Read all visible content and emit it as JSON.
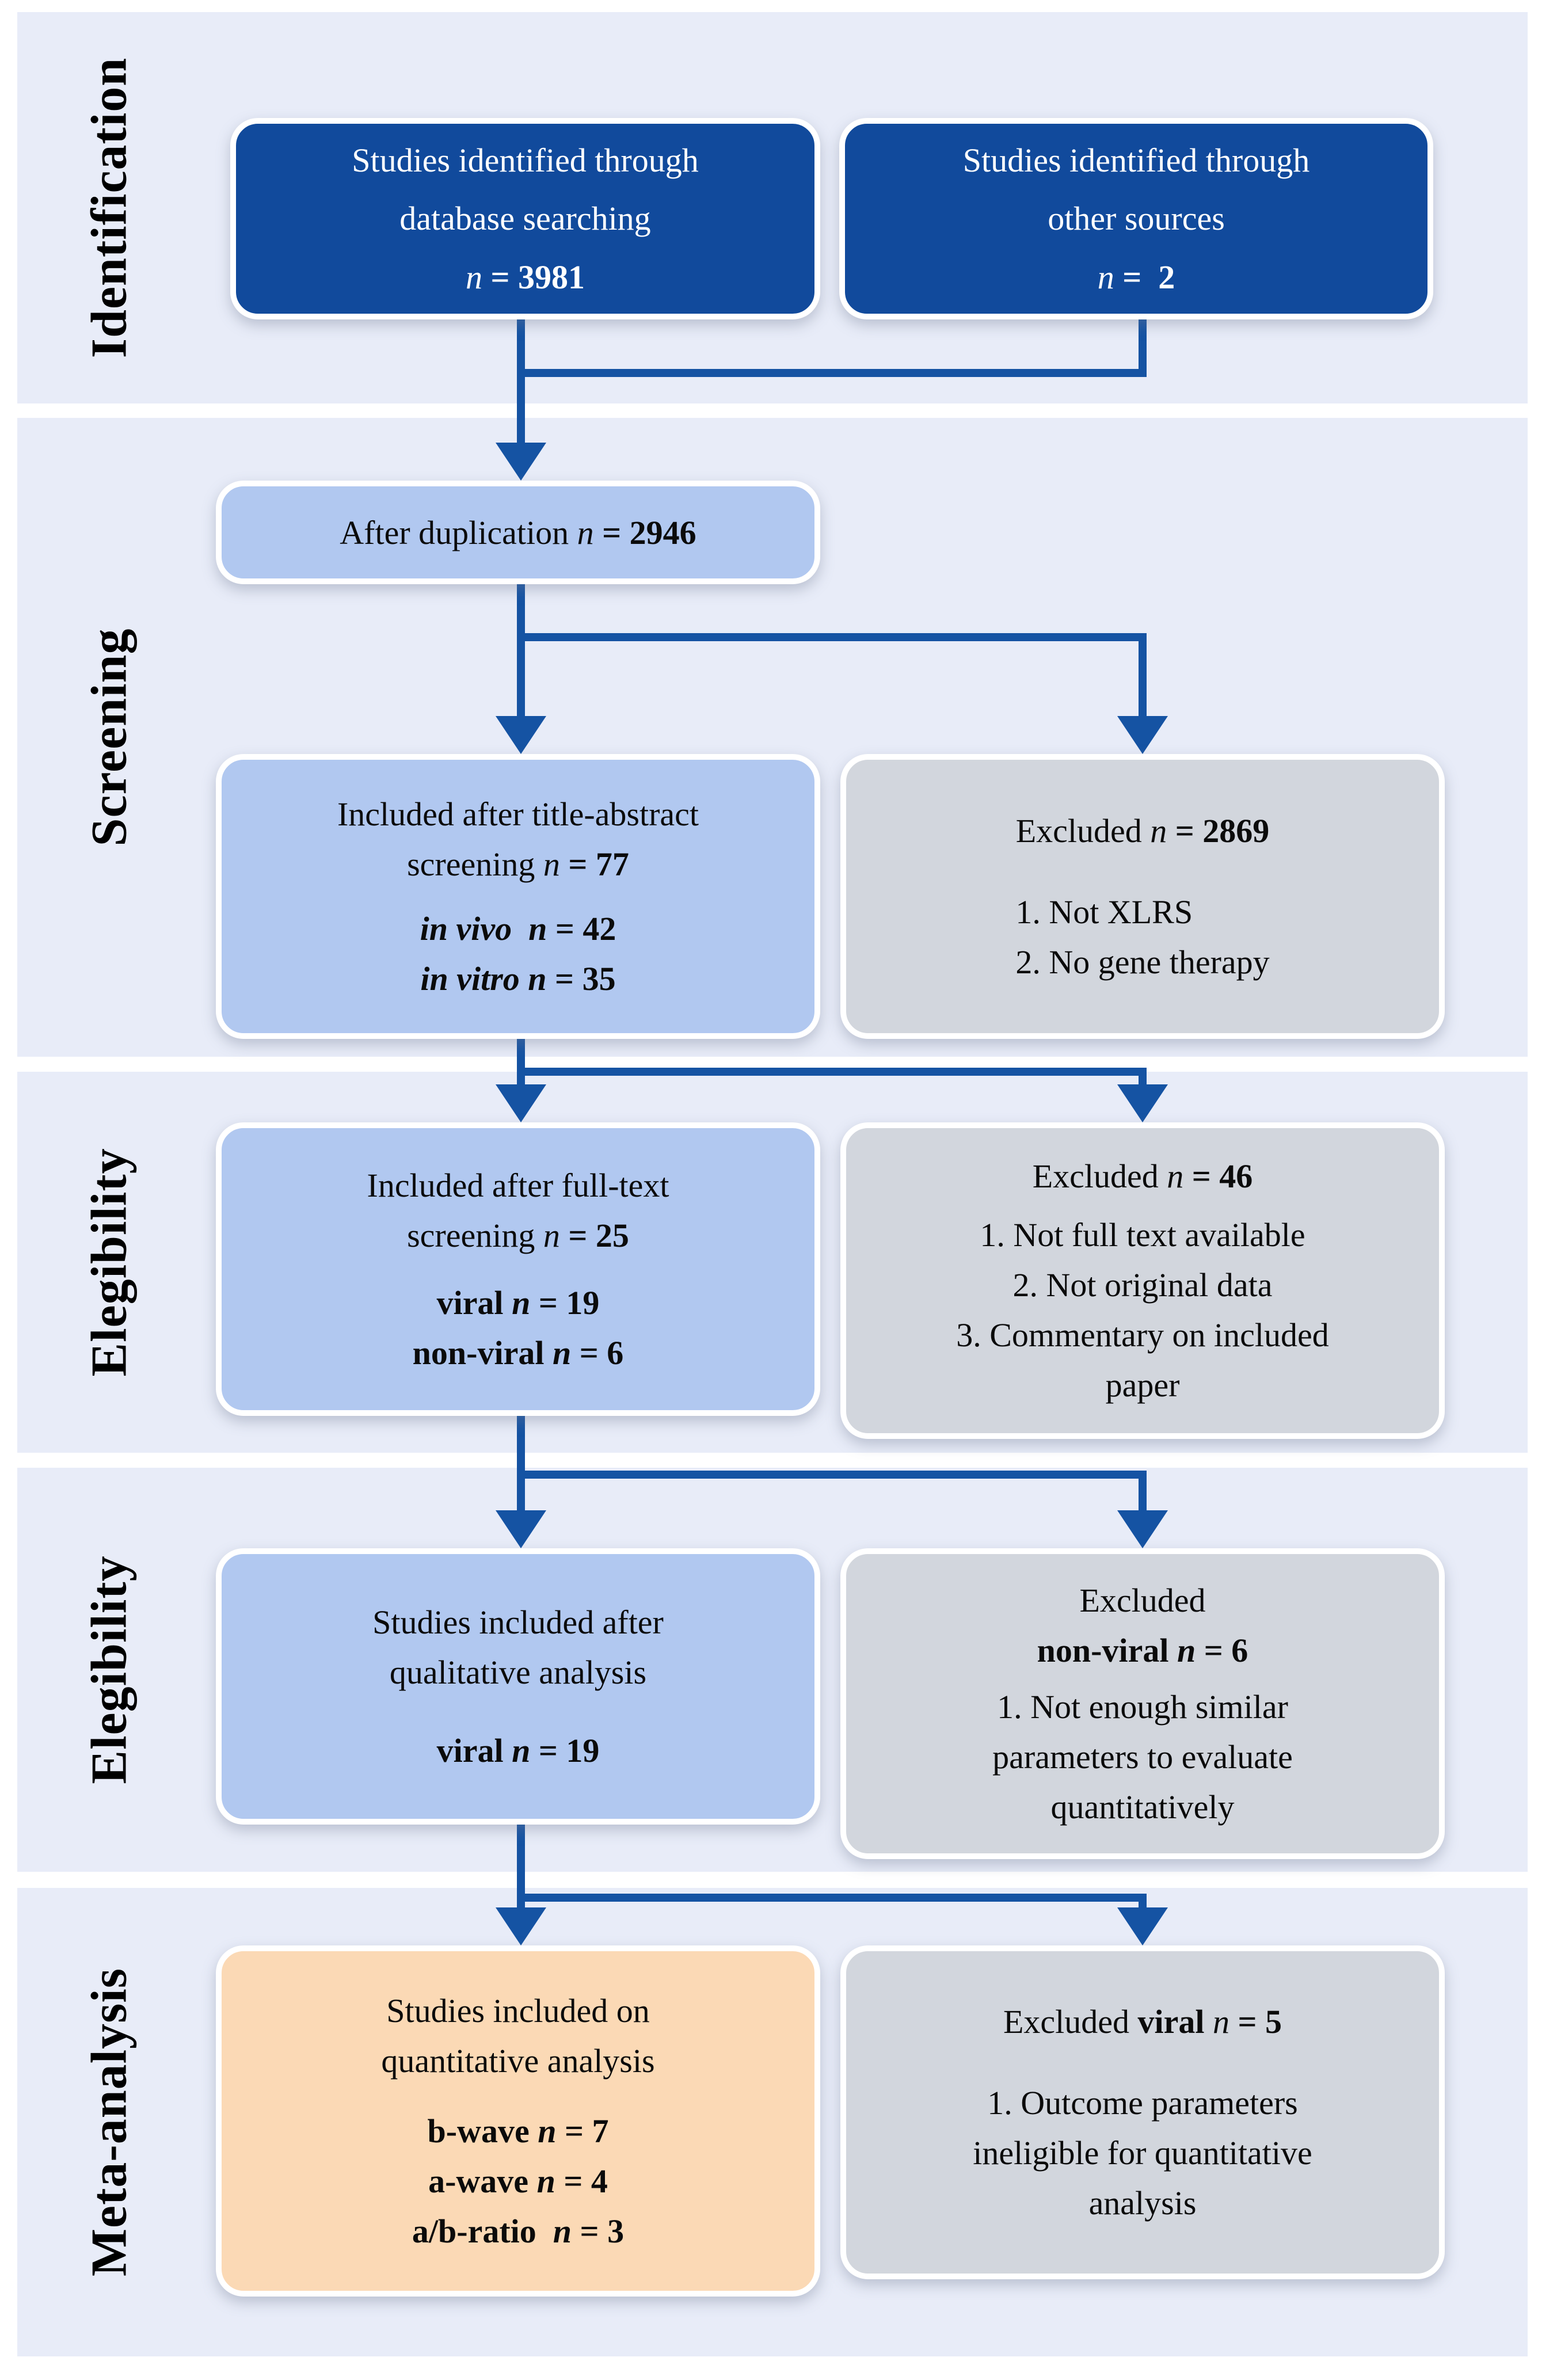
{
  "figure_type": "PRISMA flow diagram",
  "bands": [
    {
      "label": "Identification"
    },
    {
      "label": "Screening"
    },
    {
      "label": "Elegibility"
    },
    {
      "label": "Elegibility"
    },
    {
      "label": "Meta-analysis"
    }
  ],
  "boxes": {
    "identified_db": {
      "lines": [
        {
          "seg": [
            {
              "t": "Studies identified through"
            }
          ]
        },
        {
          "seg": [
            {
              "t": "database searching"
            }
          ]
        },
        {
          "seg": [
            {
              "t": "n",
              "s": "i"
            },
            {
              "t": " = 3981",
              "s": "b"
            }
          ]
        }
      ]
    },
    "identified_other": {
      "lines": [
        {
          "seg": [
            {
              "t": "Studies identified through"
            }
          ]
        },
        {
          "seg": [
            {
              "t": "other sources"
            }
          ]
        },
        {
          "seg": [
            {
              "t": "n",
              "s": "i"
            },
            {
              "t": " =  2",
              "s": "b"
            }
          ]
        }
      ]
    },
    "after_duplication": {
      "lines": [
        {
          "seg": [
            {
              "t": "After duplication "
            },
            {
              "t": "n",
              "s": "i"
            },
            {
              "t": " = 2946",
              "s": "b"
            }
          ]
        }
      ]
    },
    "title_abstract": {
      "header": [
        {
          "seg": [
            {
              "t": "Included after title-abstract"
            }
          ]
        },
        {
          "seg": [
            {
              "t": "screening "
            },
            {
              "t": "n",
              "s": "i"
            },
            {
              "t": " = 77",
              "s": "b"
            }
          ]
        }
      ],
      "body": [
        {
          "seg": [
            {
              "t": "in vivo  n",
              "s": "bi"
            },
            {
              "t": " = 42",
              "s": "b"
            }
          ]
        },
        {
          "seg": [
            {
              "t": "in vitro n",
              "s": "bi"
            },
            {
              "t": " = 35",
              "s": "b"
            }
          ]
        }
      ]
    },
    "excluded_screening": {
      "header": [
        {
          "seg": [
            {
              "t": "Excluded "
            },
            {
              "t": "n",
              "s": "i"
            },
            {
              "t": " = 2869",
              "s": "b"
            }
          ]
        }
      ],
      "body": [
        {
          "seg": [
            {
              "t": "1. Not XLRS"
            }
          ]
        },
        {
          "seg": [
            {
              "t": "2. No gene therapy"
            }
          ]
        }
      ]
    },
    "full_text": {
      "header": [
        {
          "seg": [
            {
              "t": "Included after full-text"
            }
          ]
        },
        {
          "seg": [
            {
              "t": "screening "
            },
            {
              "t": "n",
              "s": "i"
            },
            {
              "t": " = 25",
              "s": "b"
            }
          ]
        }
      ],
      "body": [
        {
          "seg": [
            {
              "t": "viral ",
              "s": "b"
            },
            {
              "t": "n",
              "s": "bi"
            },
            {
              "t": " = 19",
              "s": "b"
            }
          ]
        },
        {
          "seg": [
            {
              "t": "non-viral ",
              "s": "b"
            },
            {
              "t": "n",
              "s": "bi"
            },
            {
              "t": " = 6",
              "s": "b"
            }
          ]
        }
      ]
    },
    "excluded_fulltext": {
      "header": [
        {
          "seg": [
            {
              "t": "Excluded "
            },
            {
              "t": "n",
              "s": "i"
            },
            {
              "t": " = 46",
              "s": "b"
            }
          ]
        }
      ],
      "body": [
        {
          "seg": [
            {
              "t": "1. Not full text available"
            }
          ]
        },
        {
          "seg": [
            {
              "t": "2. Not original data"
            }
          ]
        },
        {
          "seg": [
            {
              "t": "3. Commentary on included"
            }
          ]
        },
        {
          "seg": [
            {
              "t": "paper"
            }
          ]
        }
      ]
    },
    "qualitative": {
      "header": [
        {
          "seg": [
            {
              "t": "Studies included after"
            }
          ]
        },
        {
          "seg": [
            {
              "t": "qualitative analysis"
            }
          ]
        }
      ],
      "body": [
        {
          "seg": [
            {
              "t": "viral ",
              "s": "b"
            },
            {
              "t": "n",
              "s": "bi"
            },
            {
              "t": " = 19",
              "s": "b"
            }
          ]
        }
      ]
    },
    "excluded_qualitative": {
      "header": [
        {
          "seg": [
            {
              "t": "Excluded"
            }
          ]
        },
        {
          "seg": [
            {
              "t": "non-viral ",
              "s": "b"
            },
            {
              "t": "n",
              "s": "bi"
            },
            {
              "t": " = 6",
              "s": "b"
            }
          ]
        }
      ],
      "body": [
        {
          "seg": [
            {
              "t": "1. Not enough similar"
            }
          ]
        },
        {
          "seg": [
            {
              "t": "parameters to evaluate"
            }
          ]
        },
        {
          "seg": [
            {
              "t": "quantitatively"
            }
          ]
        }
      ]
    },
    "quantitative": {
      "header": [
        {
          "seg": [
            {
              "t": "Studies included on"
            }
          ]
        },
        {
          "seg": [
            {
              "t": "quantitative analysis"
            }
          ]
        }
      ],
      "body": [
        {
          "seg": [
            {
              "t": "b-wave ",
              "s": "b"
            },
            {
              "t": "n",
              "s": "bi"
            },
            {
              "t": " = 7",
              "s": "b"
            }
          ]
        },
        {
          "seg": [
            {
              "t": "a-wave ",
              "s": "b"
            },
            {
              "t": "n",
              "s": "bi"
            },
            {
              "t": " = 4",
              "s": "b"
            }
          ]
        },
        {
          "seg": [
            {
              "t": "a/b-ratio  ",
              "s": "b"
            },
            {
              "t": "n",
              "s": "bi"
            },
            {
              "t": " = 3",
              "s": "b"
            }
          ]
        }
      ]
    },
    "excluded_quantitative": {
      "header": [
        {
          "seg": [
            {
              "t": "Excluded "
            },
            {
              "t": "viral ",
              "s": "b"
            },
            {
              "t": "n",
              "s": "i"
            },
            {
              "t": " = 5",
              "s": "b"
            }
          ]
        }
      ],
      "body": [
        {
          "seg": [
            {
              "t": "1. Outcome parameters"
            }
          ]
        },
        {
          "seg": [
            {
              "t": "ineligible for quantitative"
            }
          ]
        },
        {
          "seg": [
            {
              "t": "analysis"
            }
          ]
        }
      ]
    }
  },
  "colors": {
    "band_background": "#e8ecf8",
    "dark_blue_box": "#114a9c",
    "light_blue_box": "#b1c8f0",
    "gray_box": "#d2d6dd",
    "peach_box": "#fbd9b5",
    "connector": "#1553a3"
  }
}
